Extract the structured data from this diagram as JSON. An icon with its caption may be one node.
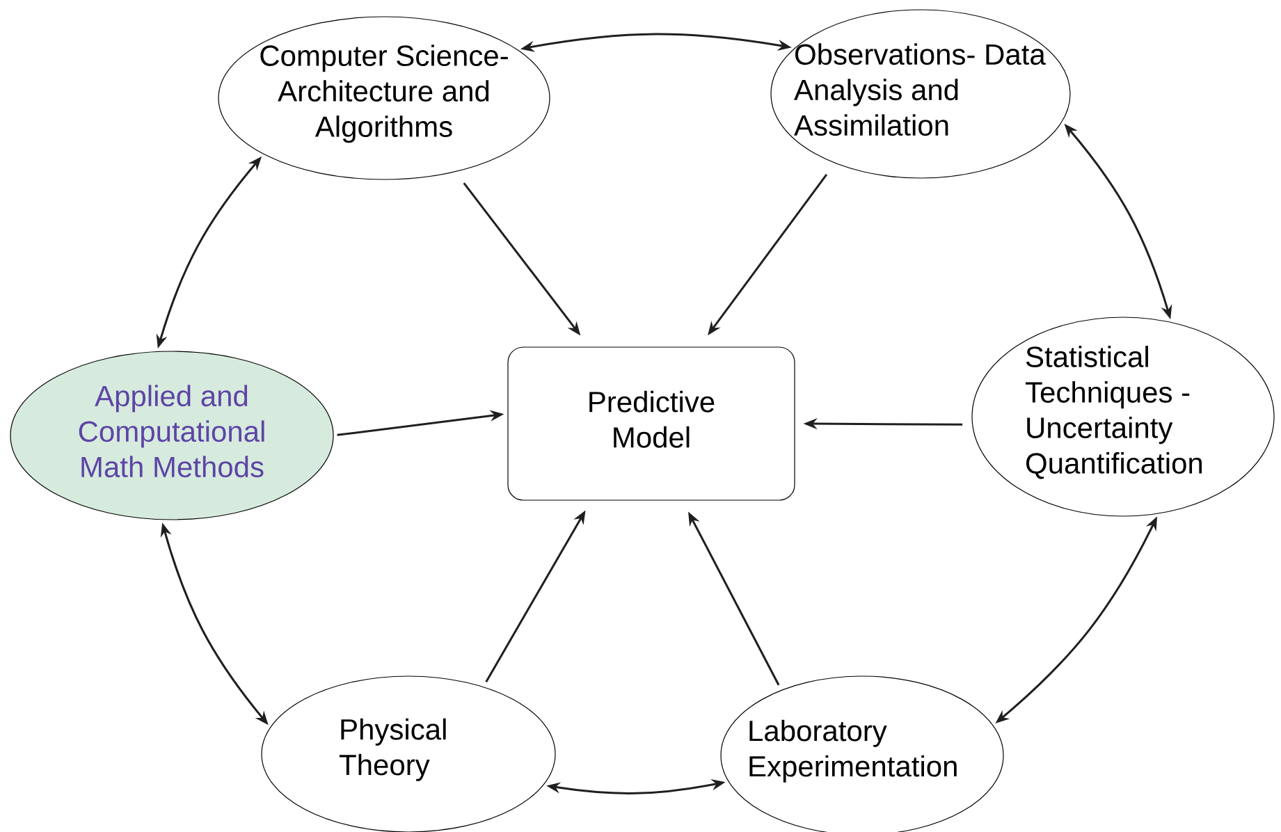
{
  "diagram": {
    "nodes": [
      {
        "text": [
          "Computer Science- Architecture and Algorithms"
        ]
      },
      {
        "text": [
          "Observations- Data Analysis and Assimilation"
        ]
      },
      {
        "text": [
          "Applied and Computational Math Methods"
        ]
      },
      {
        "text": [
          "Predictive Model"
        ]
      },
      {
        "text": [
          "Statistical Techniques - Uncertainty Quantification"
        ]
      },
      {
        "text": [
          "Physical Theory"
        ]
      },
      {
        "text": [
          "Laboratory Experimentation"
        ]
      }
    ],
    "edges": [
      {
        "from": 0,
        "to": 1,
        "arrow": "both"
      },
      {
        "from": 1,
        "to": 4,
        "arrow": "both"
      },
      {
        "from": 4,
        "to": 6,
        "arrow": "both"
      },
      {
        "from": 6,
        "to": 5,
        "arrow": "both"
      },
      {
        "from": 5,
        "to": 2,
        "arrow": "both"
      },
      {
        "from": 2,
        "to": 0,
        "arrow": "both"
      },
      {
        "from": 0,
        "to": 3,
        "arrow": "to"
      },
      {
        "from": 1,
        "to": 3,
        "arrow": "to"
      },
      {
        "from": 2,
        "to": 3,
        "arrow": "to"
      },
      {
        "from": 4,
        "to": 3,
        "arrow": "to"
      },
      {
        "from": 5,
        "to": 3,
        "arrow": "to"
      },
      {
        "from": 6,
        "to": 3,
        "arrow": "to"
      }
    ]
  }
}
